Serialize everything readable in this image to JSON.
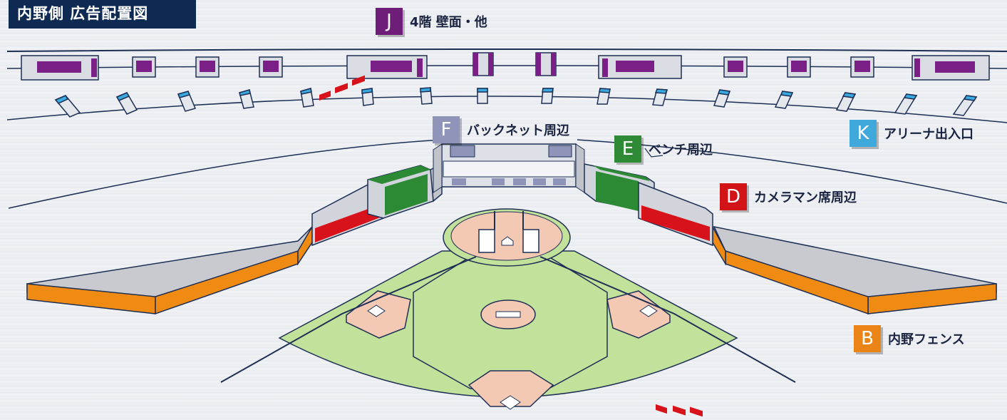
{
  "title": "内野側 広告配置図",
  "labels": {
    "J": {
      "letter": "J",
      "text": "4階 壁面・他",
      "color": "#6e1d78"
    },
    "F": {
      "letter": "F",
      "text": "バックネット周辺",
      "color": "#8f95b8"
    },
    "E": {
      "letter": "E",
      "text": "ベンチ周辺",
      "color": "#2f8a35"
    },
    "K": {
      "letter": "K",
      "text": "アリーナ出入口",
      "color": "#3fa9dc"
    },
    "D": {
      "letter": "D",
      "text": "カメラマン席周辺",
      "color": "#d21419"
    },
    "B": {
      "letter": "B",
      "text": "内野フェンス",
      "color": "#ea8416"
    }
  },
  "colors": {
    "purple": "#7a1f86",
    "cyan": "#39a9df",
    "green": "#2b8a33",
    "red": "#d8121a",
    "orange": "#ef8a12",
    "field": "#c2e29c",
    "dirt": "#f3c9b4",
    "line": "#1d2f55"
  }
}
